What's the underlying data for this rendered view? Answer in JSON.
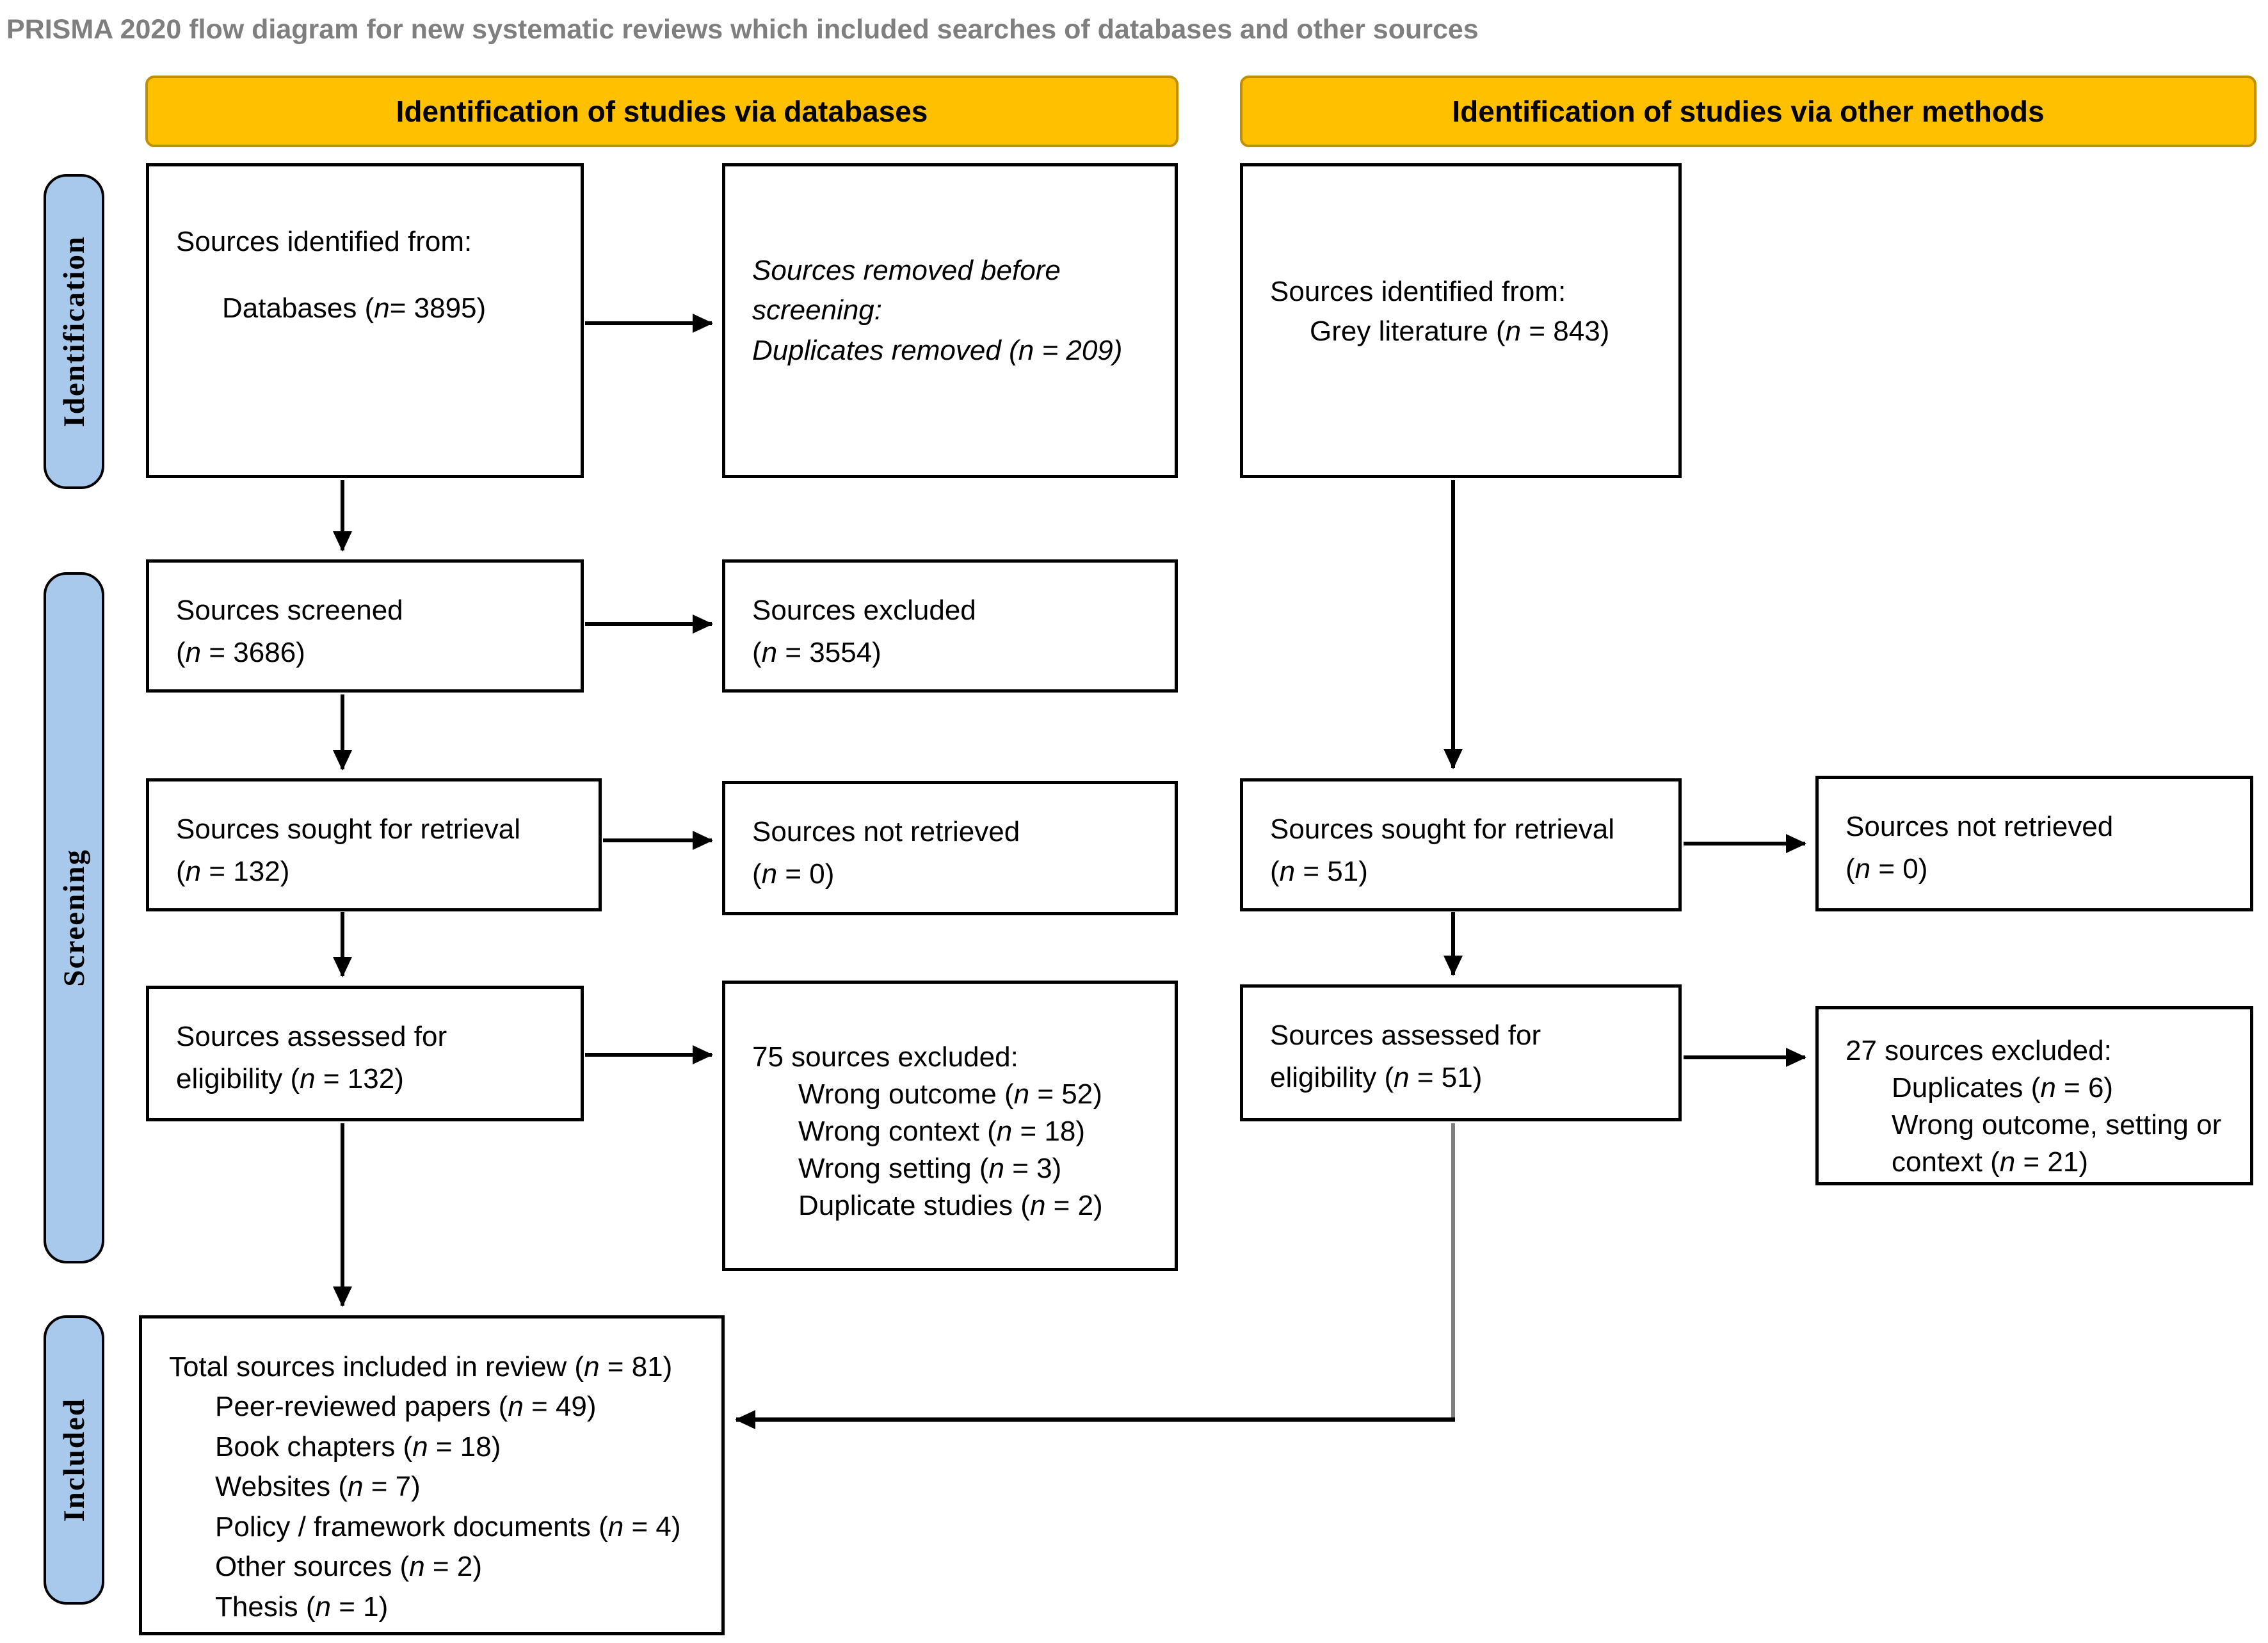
{
  "title": "PRISMA 2020 flow diagram for new systematic reviews which included searches of databases and other sources",
  "banners": {
    "databases": "Identification of studies via databases",
    "other_methods": "Identification of studies via other methods"
  },
  "stages": {
    "identification": "Identification",
    "screening": "Screening",
    "included": "Included"
  },
  "colors": {
    "banner_fill": "#FFC000",
    "banner_border": "#BF9000",
    "stage_fill": "#A9C9EC",
    "box_border": "#000000",
    "title_text": "#7F7F7F",
    "arrow": "#000000",
    "elbow_vertical": "#7F7F7F"
  },
  "boxes": {
    "db_identified": {
      "line1": "Sources identified from:",
      "line2": "Databases (n= 3895)"
    },
    "removed_before_screening": {
      "line1": "Sources removed before screening:",
      "line2": "Duplicates removed (n = 209)"
    },
    "grey_identified": {
      "line1": "Sources identified from:",
      "line2": "Grey literature (n = 843)"
    },
    "screened": {
      "line1": "Sources screened",
      "line2": "(n = 3686)"
    },
    "excluded_screening": {
      "line1": "Sources excluded",
      "line2": "(n = 3554)"
    },
    "db_sought": {
      "line1": "Sources sought for retrieval",
      "line2": "(n = 132)"
    },
    "db_not_retrieved": {
      "line1": "Sources not retrieved",
      "line2": "(n = 0)"
    },
    "other_sought": {
      "line1": "Sources sought for retrieval",
      "line2": "(n = 51)"
    },
    "other_not_retrieved": {
      "line1": "Sources not retrieved",
      "line2": "(n = 0)"
    },
    "db_assessed": {
      "line1": "Sources assessed for",
      "line2": "eligibility (n = 132)"
    },
    "db_excluded": {
      "title": "75 sources excluded:",
      "items": [
        "Wrong outcome (n = 52)",
        "Wrong context (n = 18)",
        "Wrong setting (n = 3)",
        "Duplicate studies (n = 2)"
      ]
    },
    "other_assessed": {
      "line1": "Sources assessed for",
      "line2": "eligibility (n = 51)"
    },
    "other_excluded": {
      "title": "27 sources excluded:",
      "items": [
        "Duplicates (n = 6)",
        "Wrong outcome, setting or context (n = 21)"
      ]
    },
    "included": {
      "title": "Total sources included in review (n = 81)",
      "items": [
        "Peer-reviewed papers (n = 49)",
        "Book chapters (n = 18)",
        "Websites (n = 7)",
        "Policy / framework documents (n = 4)",
        "Other sources (n = 2)",
        "Thesis (n = 1)"
      ]
    }
  }
}
